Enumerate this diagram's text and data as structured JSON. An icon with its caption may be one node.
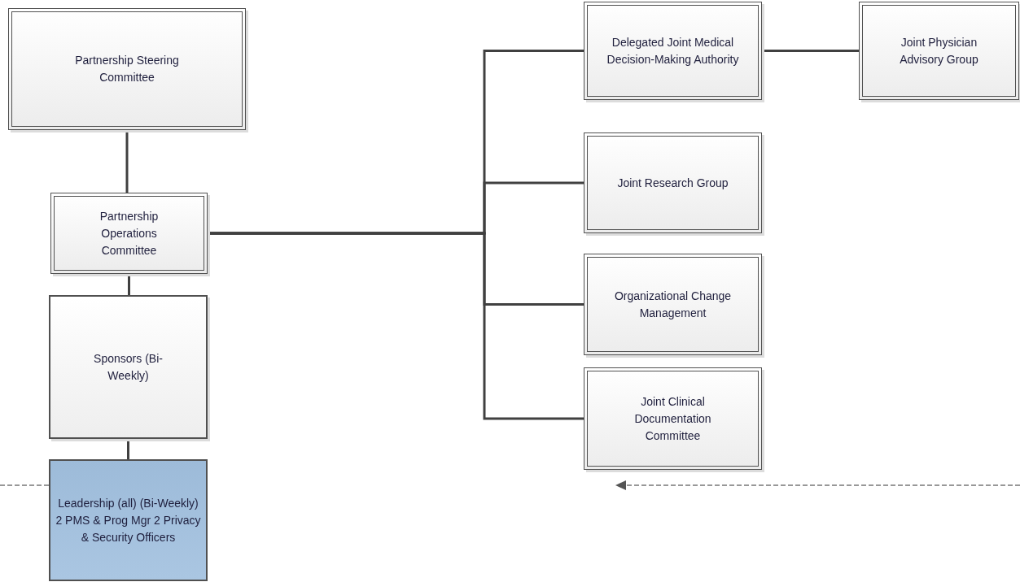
{
  "diagram": {
    "nodes": [
      {
        "text": [
          "Partnership Steering Committee"
        ]
      },
      {
        "text": [
          "Partnership Operations Committee"
        ]
      },
      {
        "text": [
          "Sponsors (Bi-Weekly)"
        ]
      },
      {
        "text": [
          "Leadership (all)  (Bi-Weekly) 2 PMS & Prog Mgr 2 Privacy & Security Officers"
        ]
      },
      {
        "text": [
          "Delegated Joint Medical Decision-Making Authority"
        ]
      },
      {
        "text": [
          "Joint Physician Advisory Group"
        ]
      },
      {
        "text": [
          "Joint Research Group"
        ]
      },
      {
        "text": [
          "Organizational Change Management"
        ]
      },
      {
        "text": [
          "Joint Clinical Documentation Committee"
        ]
      }
    ],
    "edges": [
      {
        "from": 0,
        "to": 1,
        "arrow": "none"
      },
      {
        "from": 1,
        "to": 2,
        "arrow": "none"
      },
      {
        "from": 2,
        "to": 3,
        "arrow": "none"
      },
      {
        "from": 1,
        "to": 4,
        "arrow": "none"
      },
      {
        "from": 1,
        "to": 6,
        "arrow": "none"
      },
      {
        "from": 1,
        "to": 7,
        "arrow": "none"
      },
      {
        "from": 1,
        "to": 8,
        "arrow": "none"
      },
      {
        "from": 4,
        "to": 5,
        "arrow": "none"
      },
      {
        "from": null,
        "to": 3,
        "arrow": "none",
        "style": "dashed",
        "color": "#777777"
      }
    ]
  }
}
